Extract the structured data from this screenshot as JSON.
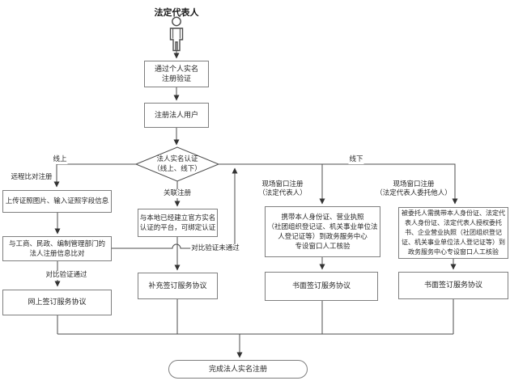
{
  "diagram": {
    "title": "法定代表人",
    "nodes": {
      "verify_personal": "通过个人实名\n注册验证",
      "register_user": "注册法人用户",
      "decision": "法人实名认证\n（线上、线下）",
      "upload_cert": "上传证照图片、输入证照字段信息",
      "compare_info": "与工商、民政、编制管理部门的\n法人注册信息比对",
      "online_sign": "网上签订服务协议",
      "bind_platform": "与本地已经建立官方实名\n认证的平台，可绑定认证",
      "supplement_sign": "补充签订服务协议",
      "onsite_self_box": "携带本人身份证、营业执照\n（社团组织登记证、机关事业单位法\n人登记证等）到政务服务中心\n专设窗口人工核验",
      "written_sign_self": "书面签订服务协议",
      "onsite_delegate_box": "被委托人需携带本人身份证、法定代\n表人身份证、法定代表人授权委托\n书、企业营业执照（社团组织登记\n证、机关事业单位法人登记证等）到\n政务服务中心专设窗口人工核验",
      "written_sign_delegate": "书面签订服务协议",
      "finish": "完成法人实名注册"
    },
    "edge_labels": {
      "online": "线上",
      "offline": "线下",
      "remote_register": "远程比对注册",
      "compare_pass": "对比验证通过",
      "compare_fail": "对比验证未通过",
      "associate_register": "关联注册",
      "window_self": "现场窗口注册\n（法定代表人）",
      "window_delegate": "现场窗口注册\n（法定代表人委托他人）"
    },
    "icons": {
      "actor": "person-icon"
    },
    "colors": {
      "line": "#4d4d4d",
      "border": "#7f7f7f",
      "text": "#262626",
      "background": "#ffffff"
    }
  }
}
